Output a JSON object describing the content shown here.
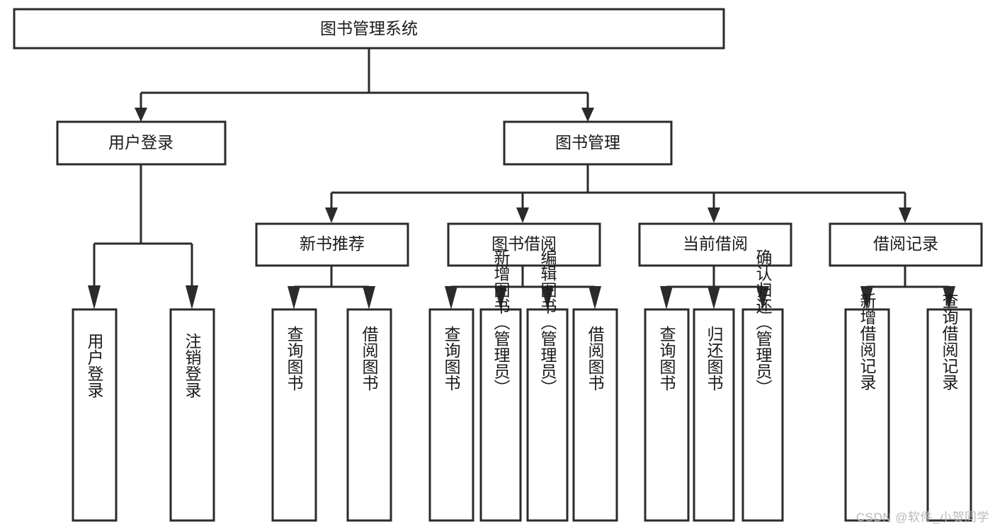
{
  "diagram": {
    "title": "图书管理系统",
    "watermark": "CSDN @软件_小贺同学",
    "colors": {
      "stroke": "#2b2b2b",
      "box_fill": "#ffffff",
      "text": "#1a1a1a",
      "background": "#ffffff",
      "watermark": "#b9b9b9"
    },
    "root": {
      "label": "图书管理系统"
    },
    "level2": [
      {
        "label": "用户登录"
      },
      {
        "label": "图书管理"
      }
    ],
    "level3": [
      {
        "label": "新书推荐"
      },
      {
        "label": "图书借阅"
      },
      {
        "label": "当前借阅"
      },
      {
        "label": "借阅记录"
      }
    ],
    "leaves": {
      "user_login": [
        {
          "label": "用户登录"
        },
        {
          "label": "注销登录"
        }
      ],
      "new_book_recommend": [
        {
          "label": "查询图书"
        },
        {
          "label": "借阅图书"
        }
      ],
      "book_borrow": [
        {
          "label": "查询图书"
        },
        {
          "label": "新增图书（管理员）"
        },
        {
          "label": "编辑图书（管理员）"
        },
        {
          "label": "借阅图书"
        }
      ],
      "current_borrow": [
        {
          "label": "查询图书"
        },
        {
          "label": "归还图书"
        },
        {
          "label": "确认归还（管理员）"
        }
      ],
      "borrow_record": [
        {
          "label": "新增借阅记录"
        },
        {
          "label": "查询借阅记录"
        }
      ]
    }
  }
}
